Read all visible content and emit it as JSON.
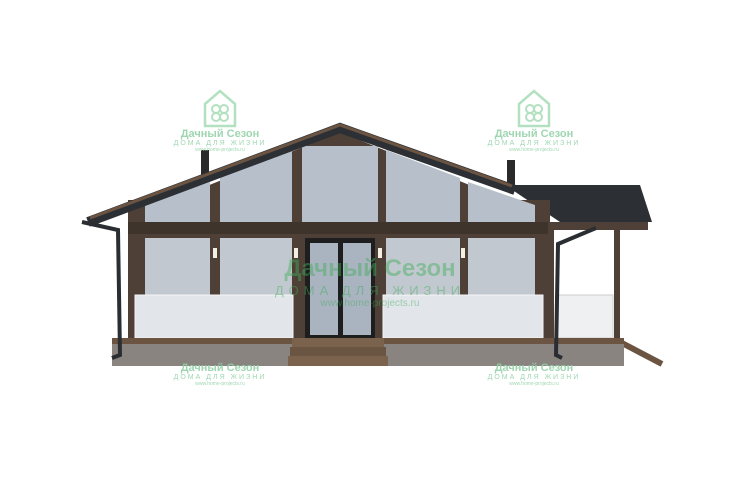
{
  "watermark": {
    "brand": "Дачный Сезон",
    "tagline": "ДОМА ДЛЯ ЖИЗНИ",
    "url": "www.home-projects.ru"
  },
  "colors": {
    "watermark": "#8fd0a4",
    "roof": "#2f3338",
    "timber": "#5a4a3c",
    "glass": "#b4bcc8"
  }
}
